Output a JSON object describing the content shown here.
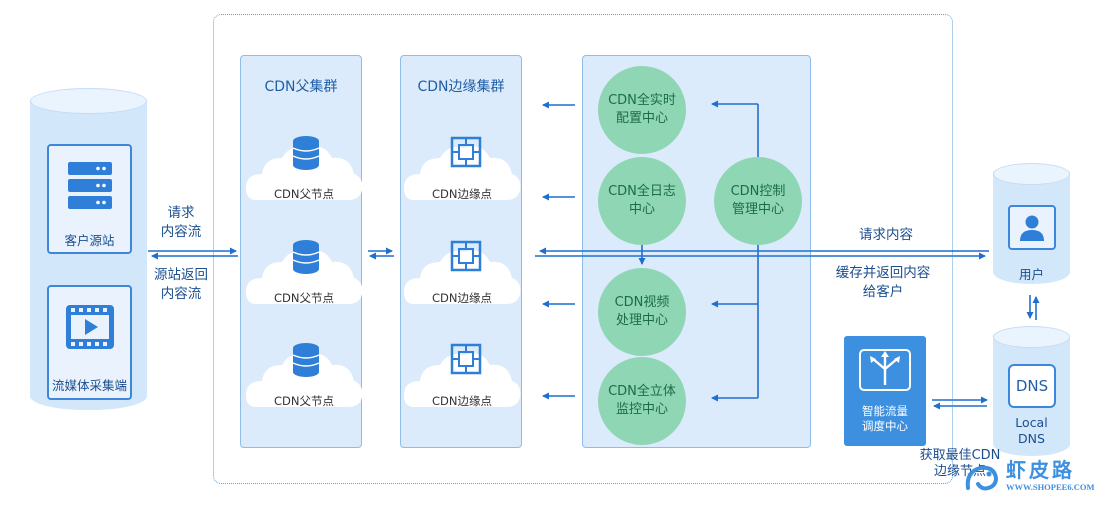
{
  "origin": {
    "server_label": "客户源站",
    "stream_label": "流媒体采集端",
    "icons": [
      "server-icon",
      "video-player-icon"
    ]
  },
  "left_flow": {
    "request": [
      "请求",
      "内容流"
    ],
    "return": [
      "源站返回",
      "内容流"
    ]
  },
  "parent_cluster": {
    "title": "CDN父集群",
    "nodes": [
      "CDN父节点",
      "CDN父节点",
      "CDN父节点"
    ]
  },
  "edge_cluster": {
    "title": "CDN边缘集群",
    "nodes": [
      "CDN边缘点",
      "CDN边缘点",
      "CDN边缘点"
    ]
  },
  "control_center": {
    "centers": [
      [
        "CDN全实时",
        "配置中心"
      ],
      [
        "CDN全日志",
        "中心"
      ],
      [
        "CDN视频",
        "处理中心"
      ],
      [
        "CDN全立体",
        "监控中心"
      ]
    ],
    "management": [
      "CDN控制",
      "管理中心"
    ]
  },
  "right_flow": {
    "request": "请求内容",
    "return": [
      "缓存并返回内容",
      "给客户"
    ]
  },
  "user": {
    "label": "用户"
  },
  "dns": {
    "icon_text": "DNS",
    "label": [
      "Local",
      "DNS"
    ]
  },
  "scheduler": {
    "label": [
      "智能流量",
      "调度中心"
    ]
  },
  "best_node": [
    "获取最佳CDN",
    "边缘节点"
  ],
  "watermark": {
    "brand": "虾皮路",
    "url": "WWW.SHOPEE6.COM"
  },
  "colors": {
    "accent": "#1f6fd0",
    "panel": "#dcebfb",
    "circle": "#8fd6b4",
    "scheduler": "#3d8fe0"
  }
}
